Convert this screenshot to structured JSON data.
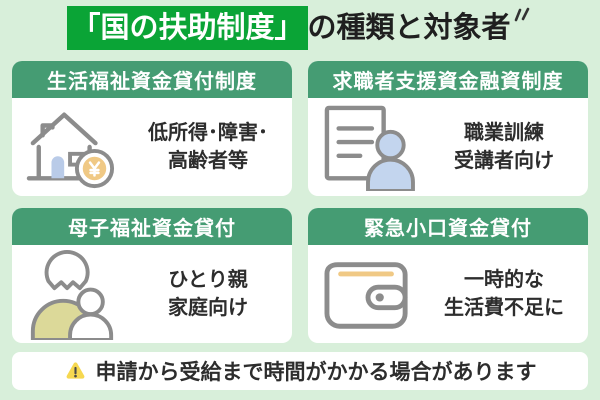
{
  "title": {
    "highlighted": "「国の扶助制度」",
    "suffix": "の種類と対象者"
  },
  "cards": [
    {
      "header": "生活福祉資金貸付制度",
      "icon": "house-with-yen-coin",
      "lines": [
        "低所得･障害･",
        "高齢者等"
      ]
    },
    {
      "header": "求職者支援資金融資制度",
      "icon": "person-with-document",
      "lines": [
        "職業訓練",
        "受講者向け"
      ]
    },
    {
      "header": "母子福祉資金貸付",
      "icon": "mother-and-child",
      "lines": [
        "ひとり親",
        "家庭向け"
      ]
    },
    {
      "header": "緊急小口資金貸付",
      "icon": "wallet",
      "lines": [
        "一時的な",
        "生活費不足に"
      ]
    }
  ],
  "footer": {
    "icon": "warning-triangle",
    "note": "申請から受給まで時間がかかる場合があります"
  },
  "colors": {
    "page_background": "#d8efda",
    "title_highlight_background": "#0aa436",
    "title_text_on_green": "#ffffff",
    "card_header_background": "#459c73",
    "card_background": "#ffffff",
    "text_dark": "#2d2d2d",
    "icon_stroke_gray": "#8c8c8c",
    "icon_light_blue": "#c3d5ee",
    "icon_tan_gold": "#f0c985",
    "icon_pale_olive": "#dcd999",
    "warning_yellow": "#f6d850"
  }
}
